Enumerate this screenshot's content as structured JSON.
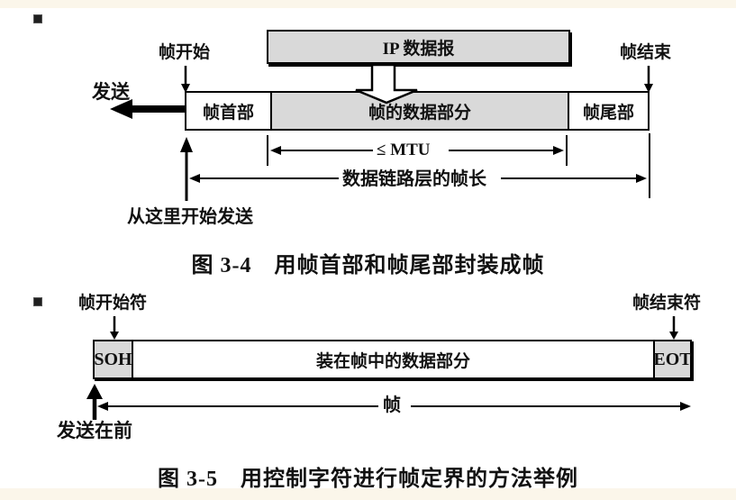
{
  "page": {
    "colors": {
      "background": "#ffffff",
      "margin_cream": "#fbf6ea",
      "box_gray": "#d9d9d9",
      "ink": "#111111"
    }
  },
  "figure1": {
    "ip_datagram_label": "IP 数据报",
    "frame_start_label": "帧开始",
    "frame_end_label": "帧结束",
    "send_label": "发送",
    "frame_header_label": "帧首部",
    "frame_data_label": "帧的数据部分",
    "frame_trailer_label": "帧尾部",
    "mtu_label": "≤ MTU",
    "frame_length_label": "数据链路层的帧长",
    "send_from_here_label": "从这里开始发送",
    "caption": "图 3-4　用帧首部和帧尾部封装成帧"
  },
  "figure2": {
    "frame_start_char_label": "帧开始符",
    "frame_end_char_label": "帧结束符",
    "soh_label": "SOH",
    "data_label": "装在帧中的数据部分",
    "eot_label": "EOT",
    "frame_span_label": "帧",
    "send_first_label": "发送在前",
    "caption": "图 3-5　用控制字符进行帧定界的方法举例"
  }
}
